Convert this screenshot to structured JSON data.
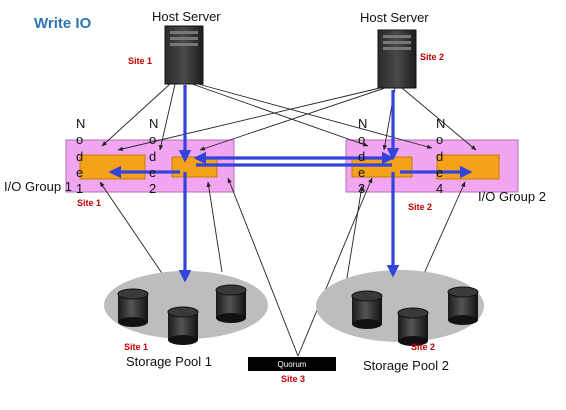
{
  "title": "Write IO",
  "colors": {
    "title": "#2e75b6",
    "site_label": "#c00000",
    "io_group_fill": "#f2a6f2",
    "node_fill": "#f5a21b",
    "write_path": "#3344dd",
    "link": "#222222",
    "storage_ellipse": "#bdbdbd",
    "quorum_fill": "#000000",
    "quorum_text": "#ffffff"
  },
  "hosts": [
    {
      "label": "Host Server",
      "site": "Site 1",
      "icon": "server-icon"
    },
    {
      "label": "Host Server",
      "site": "Site 2",
      "icon": "server-icon"
    }
  ],
  "io_groups": [
    {
      "label": "I/O Group 1",
      "site": "Site 1",
      "nodes": [
        {
          "letters": [
            "N",
            "o",
            "d",
            "e",
            "1"
          ]
        },
        {
          "letters": [
            "N",
            "o",
            "d",
            "e",
            "2"
          ]
        }
      ]
    },
    {
      "label": "I/O Group 2",
      "site": "Site 2",
      "nodes": [
        {
          "letters": [
            "N",
            "o",
            "d",
            "e",
            "3"
          ]
        },
        {
          "letters": [
            "N",
            "o",
            "d",
            "e",
            "4"
          ]
        }
      ]
    }
  ],
  "storage_pools": [
    {
      "label": "Storage Pool 1",
      "site": "Site 1",
      "icon": "disk-icon"
    },
    {
      "label": "Storage Pool 2",
      "site": "Site 2",
      "icon": "disk-icon"
    }
  ],
  "quorum": {
    "label": "Quorum",
    "site": "Site 3"
  }
}
